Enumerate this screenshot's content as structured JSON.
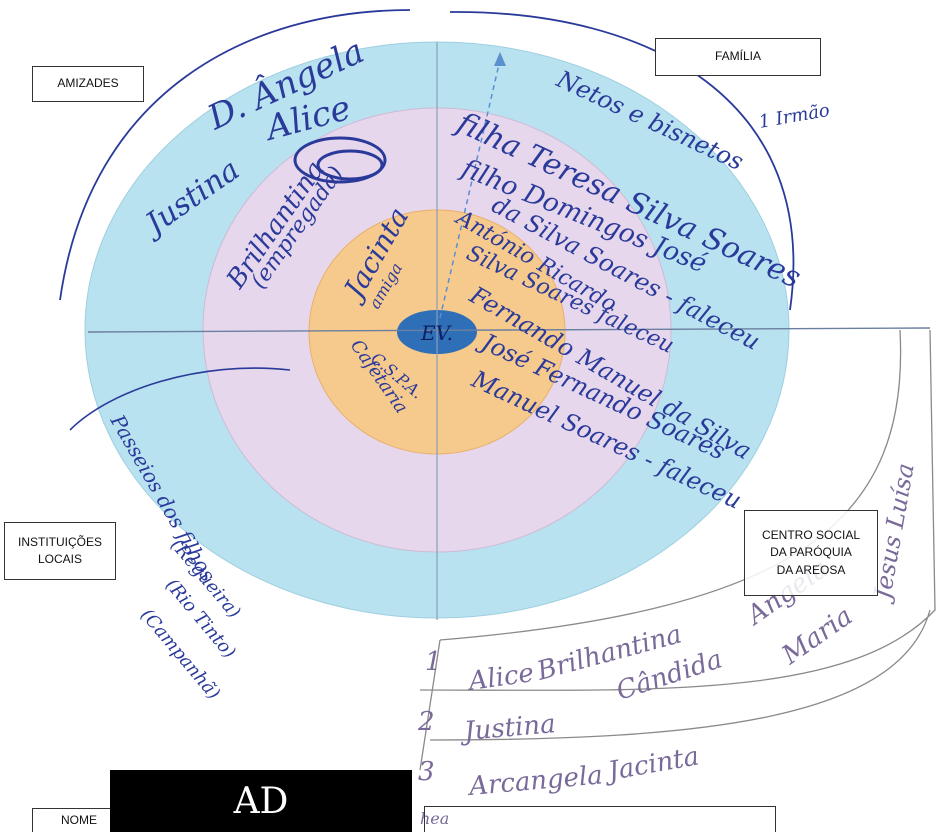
{
  "labels": {
    "amizades": "AMIZADES",
    "familia": "FAMÍLIA",
    "instituicoes_line1": "INSTITUIÇÕES",
    "instituicoes_line2": "LOCAIS",
    "centro_line1": "CENTRO SOCIAL",
    "centro_line2": "DA PARÓQUIA",
    "centro_line3": "DA AREOSA",
    "nome": "NOME",
    "center": "EV."
  },
  "ad_label": "AD",
  "colors": {
    "outer_ring": "#b8e2ef",
    "middle_ring": "#e6d7ec",
    "inner_ring": "#f6c98c",
    "center_disc": "#2e6fb8",
    "ink": "#2a3a9a",
    "pencil": "#7a6a9a"
  },
  "handwriting": {
    "amizades": [
      "D. Ângela",
      "Justina",
      "Alice",
      "Brilhantina",
      "(empregada)",
      "Jacinta",
      "amiga"
    ],
    "familia": [
      "Netos e bisnetos",
      "filha Teresa Silva Soares",
      "filho Domingos José",
      "da Silva Soares - faleceu",
      "António Ricardo",
      "Silva Soares faleceu",
      "Fernando Manuel da Silva",
      "José Fernando Soares",
      "Manuel Soares - faleceu",
      "1 Irmão"
    ],
    "instituicoes": [
      "C.S.P.A.",
      "Cafetaria",
      "Passeios dos filhos",
      "(Regueira)",
      "(Rio Tinto)",
      "(Campanhã)"
    ],
    "centro_social": [
      "Jesus Luísa"
    ],
    "bottom_lines": [
      "Alice",
      "Brilhantina",
      "Cândida",
      "Justina",
      "Angela",
      "Maria",
      "Arcangela",
      "Jacinta"
    ],
    "bottom_numbers": [
      "1",
      "2",
      "3"
    ],
    "nome_partial": "hea"
  }
}
